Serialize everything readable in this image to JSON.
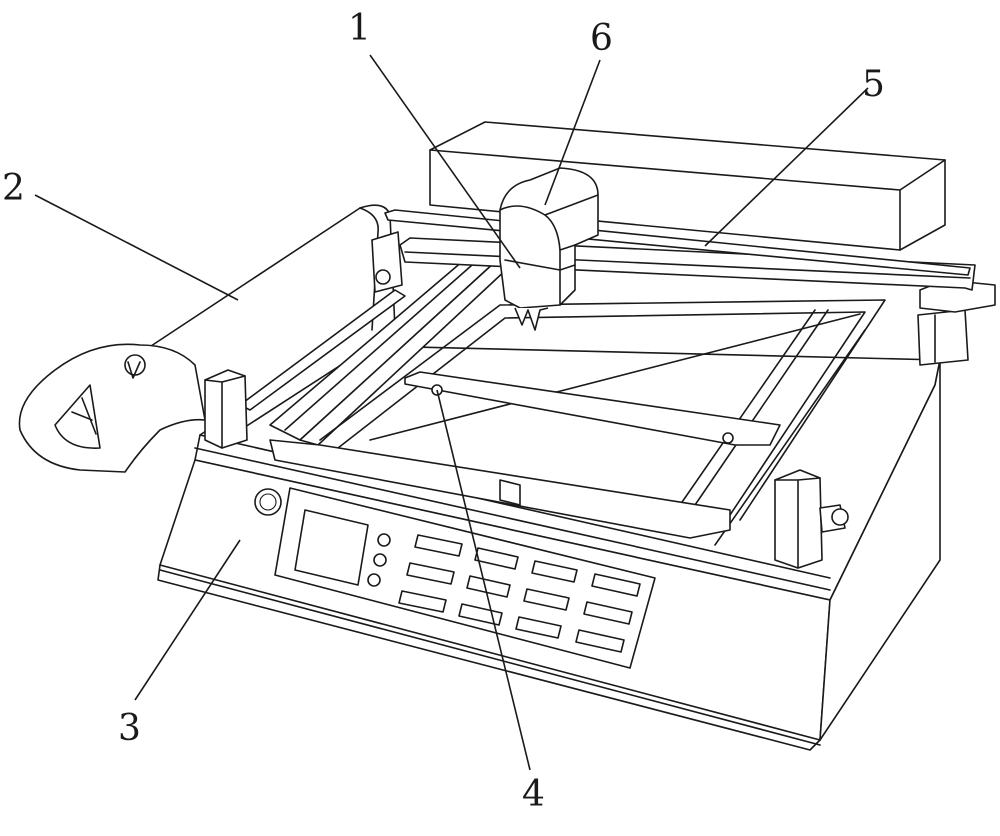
{
  "labels": {
    "l1": "1",
    "l2": "2",
    "l3": "3",
    "l4": "4",
    "l5": "5",
    "l6": "6"
  },
  "colors": {
    "stroke": "#1a1a1a",
    "background": "#ffffff"
  }
}
